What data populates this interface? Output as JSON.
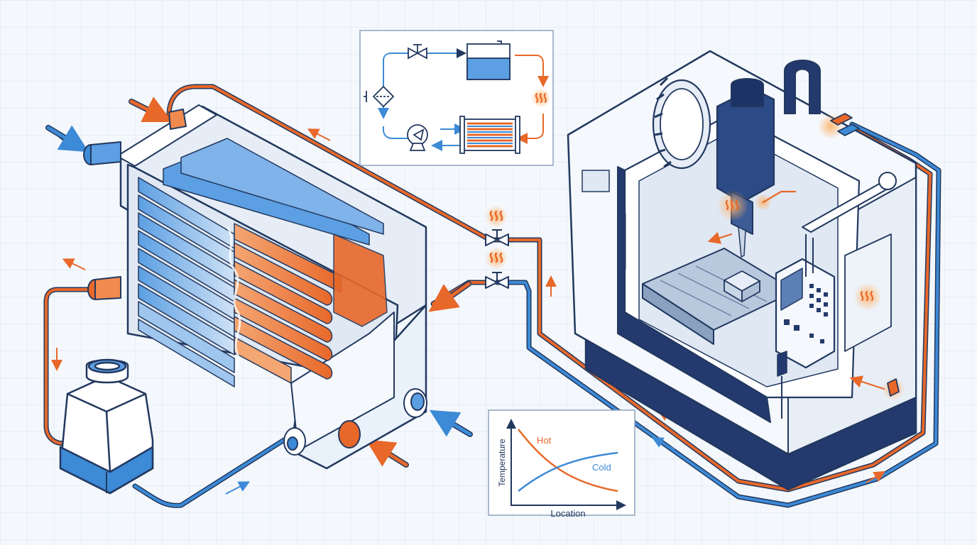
{
  "colors": {
    "background": "#f4f8fc",
    "grid": "#d9e5f1",
    "hot": "#e8682a",
    "cold": "#3d8ad6",
    "navy": "#243a6e",
    "outline": "#22385f",
    "panel": "#ffffff",
    "steel": "#e6edf6"
  },
  "inset_graph": {
    "ylabel": "Temperature",
    "xlabel": "Location",
    "hot_label": "Hot",
    "cold_label": "Cold"
  },
  "icons": [
    "heat-wave-icon",
    "valve-icon",
    "pump-icon",
    "filter-icon",
    "reservoir-tank-icon",
    "heat-exchanger-icon",
    "flow-arrow-icon"
  ]
}
